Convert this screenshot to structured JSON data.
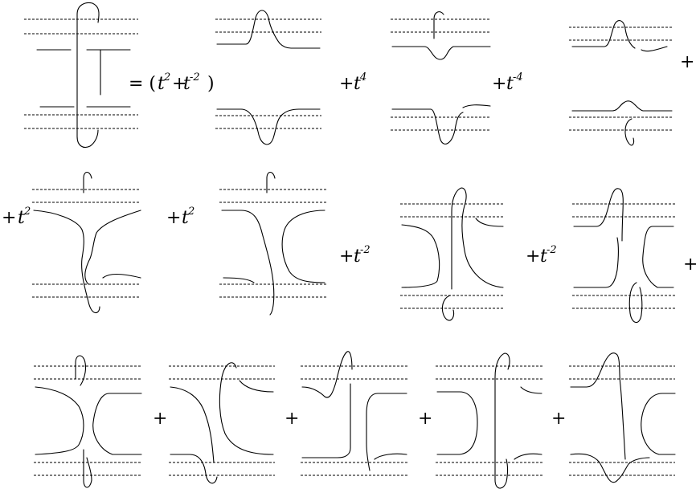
{
  "equation": {
    "row1": {
      "equals_open": "= (",
      "t1": "t",
      "e1": "2",
      "plus_inner": "+",
      "t2": "t",
      "e2": "-2",
      "close": ")",
      "plus_a": "+",
      "ta": "t",
      "ea": "4",
      "plus_b": "+",
      "tb": "t",
      "eb": "-4",
      "plus_end": "+"
    },
    "row2": {
      "plus_a": "+",
      "ta": "t",
      "ea": "2",
      "plus_b": "+",
      "tb": "t",
      "eb": "2",
      "plus_c": "+",
      "tc": "t",
      "ec": "-2",
      "plus_d": "+",
      "td": "t",
      "ed": "-2",
      "plus_end": "+"
    },
    "row3": {
      "plus_a": "+",
      "plus_b": "+",
      "plus_c": "+",
      "plus_d": "+"
    }
  }
}
